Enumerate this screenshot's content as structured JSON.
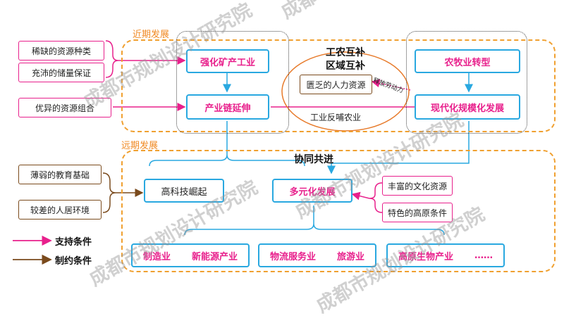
{
  "regions": {
    "near_label": "近期发展",
    "far_label": "远期发展"
  },
  "titles": {
    "mutual_line1": "工农互补",
    "mutual_line2": "区域互补",
    "synergy": "协同共进"
  },
  "near": {
    "mining": "强化矿产工业",
    "chain": "产业链延伸",
    "agri": "农牧业转型",
    "modern": "现代化规模化发展",
    "labor": "匮乏的人力资源",
    "feedback": "工业反哺农业",
    "release": "释放劳动力"
  },
  "supports_left": [
    "稀缺的资源种类",
    "充沛的储量保证",
    "优异的资源组合"
  ],
  "constraints_left": [
    "薄弱的教育基础",
    "较差的人居环境"
  ],
  "far": {
    "hitech": "高科技崛起",
    "diverse": "多元化发展",
    "right_supports": [
      "丰富的文化资源",
      "特色的高原条件"
    ]
  },
  "industries": [
    {
      "items": [
        "制造业",
        "新能源产业"
      ]
    },
    {
      "items": [
        "物流服务业",
        "旅游业"
      ]
    },
    {
      "items": [
        "高原生物产业",
        "……"
      ]
    }
  ],
  "legend": {
    "support": "支持条件",
    "constraint": "制约条件"
  },
  "watermark": "成都市规划设计研究院",
  "colors": {
    "support": "#e8208c",
    "constraint": "#7a4a1c",
    "box": "#29a8e0",
    "region": "#f0a030"
  }
}
